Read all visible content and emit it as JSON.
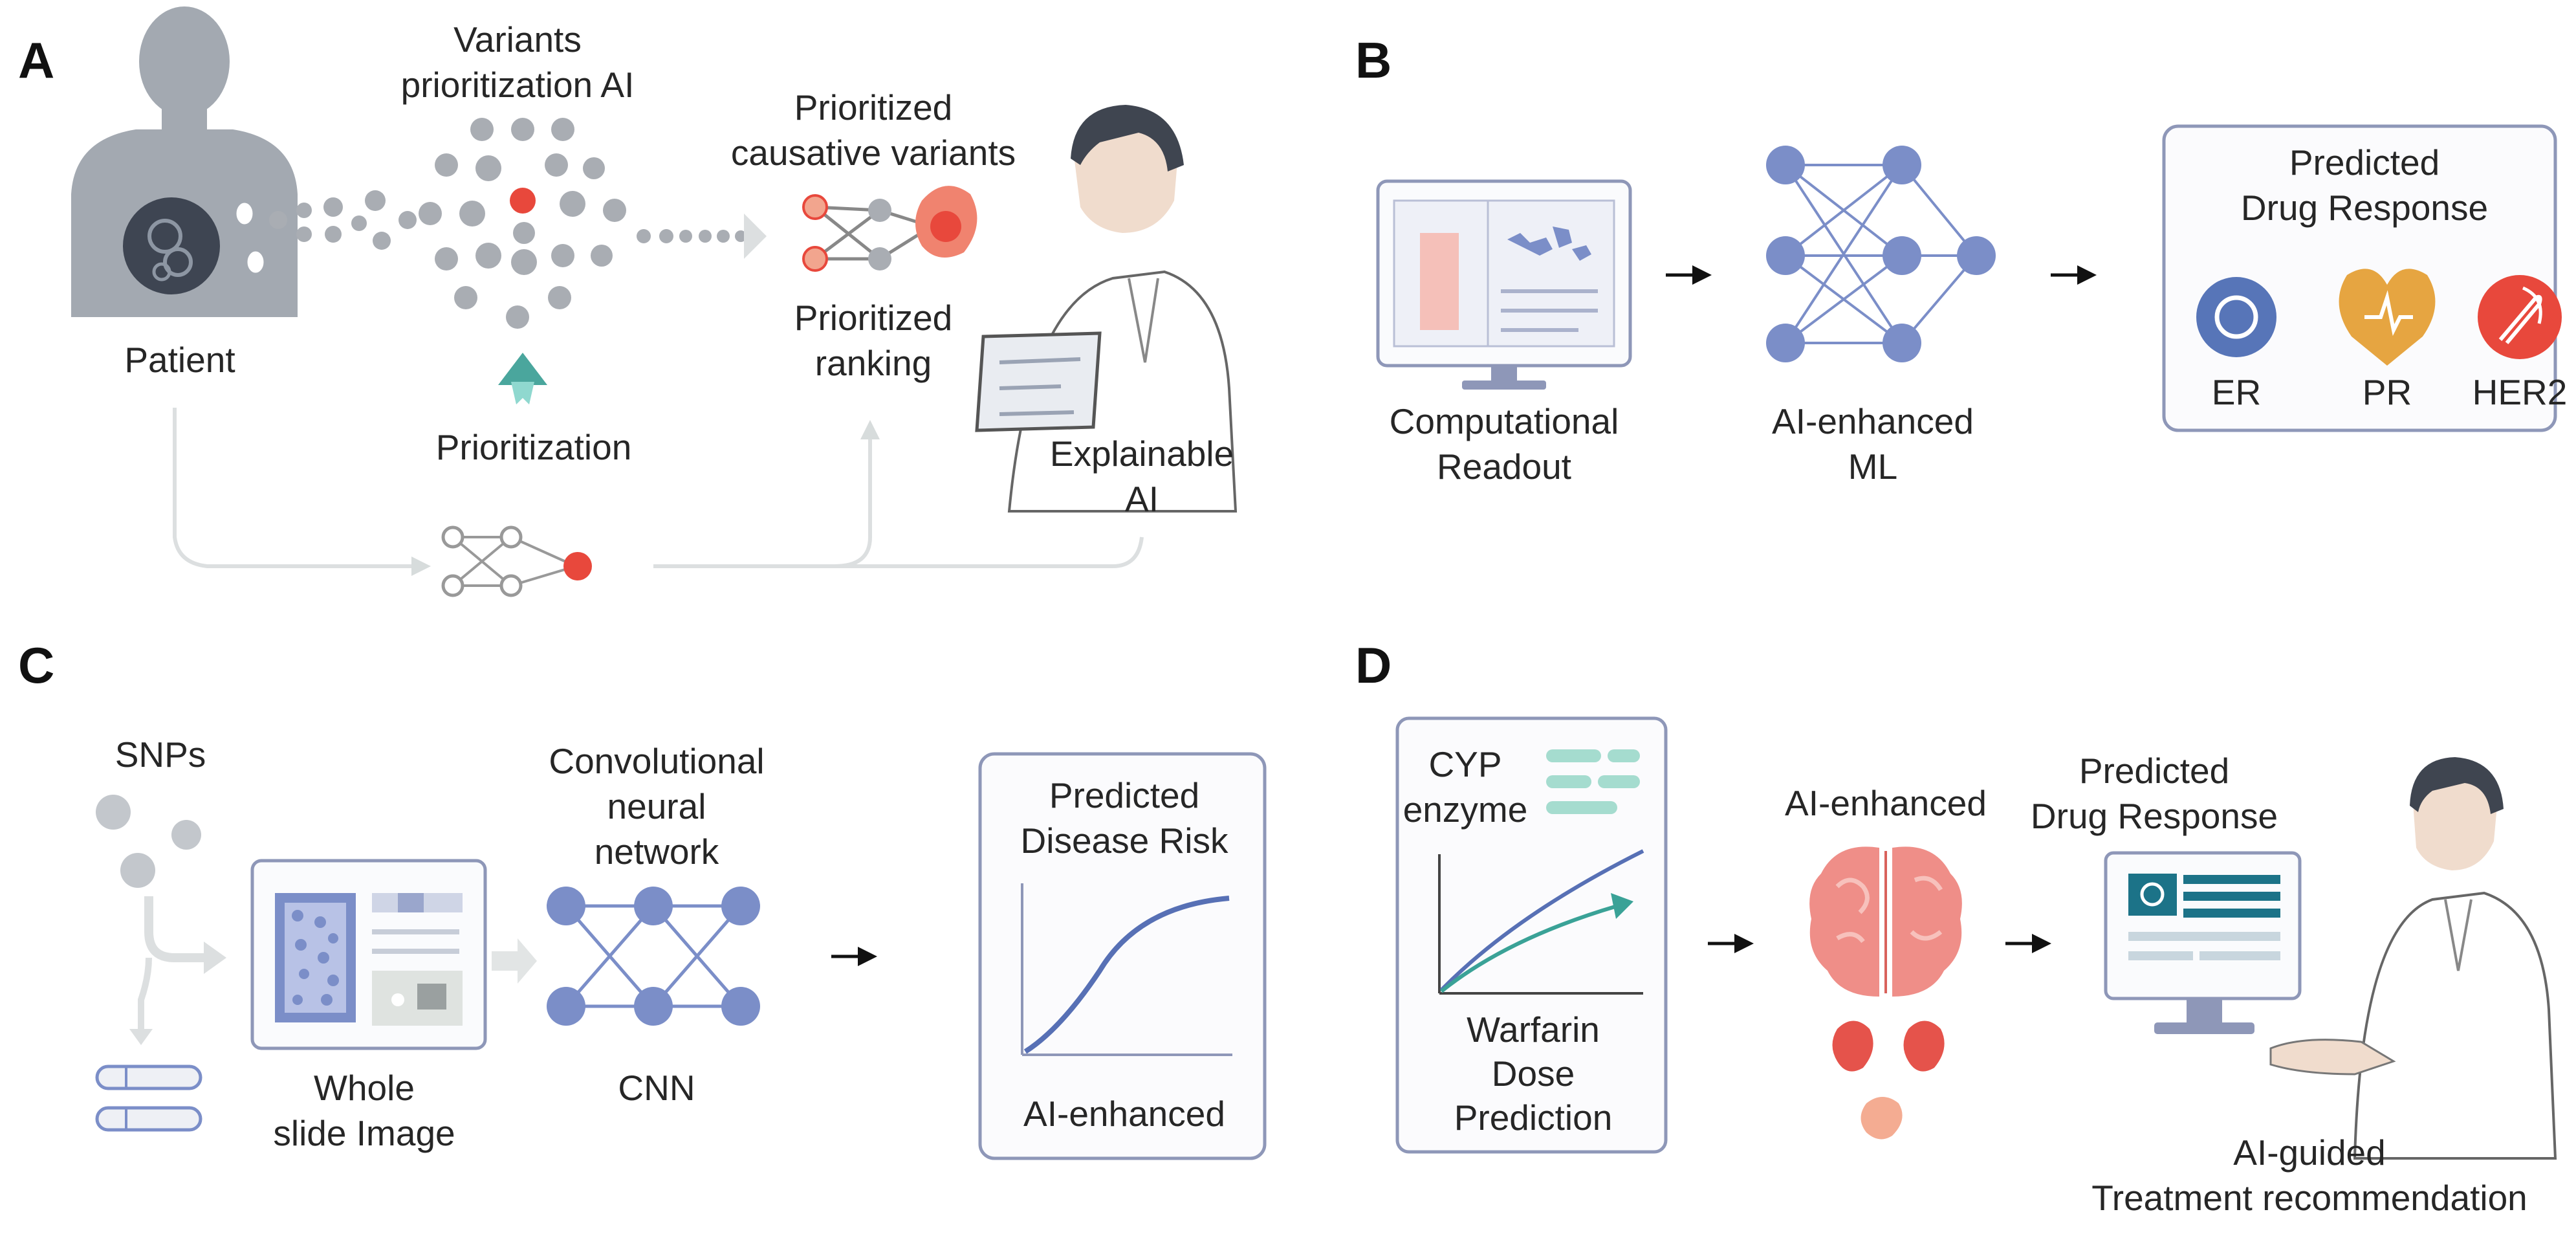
{
  "panel_labels": {
    "a": "A",
    "b": "B",
    "c": "C",
    "d": "D"
  },
  "panel_a": {
    "patient": "Patient",
    "variants_ai_line1": "Variants",
    "variants_ai_line2": "prioritization AI",
    "prioritization": "Prioritization",
    "causative_line1": "Prioritized",
    "causative_line2": "causative variants",
    "ranking_line1": "Prioritized",
    "ranking_line2": "ranking",
    "explainable_line1": "Explainable",
    "explainable_line2": "AI"
  },
  "panel_b": {
    "readout_line1": "Computational",
    "readout_line2": "Readout",
    "ml_line1": "AI-enhanced",
    "ml_line2": "ML",
    "response_line1": "Predicted",
    "response_line2": "Drug Response",
    "er": "ER",
    "pr": "PR",
    "her2": "HER2"
  },
  "panel_c": {
    "snps": "SNPs",
    "wsi_line1": "Whole",
    "wsi_line2": "slide Image",
    "cnn_title_line1": "Convolutional",
    "cnn_title_line2": "neural",
    "cnn_title_line3": "network",
    "cnn": "CNN",
    "risk_line1": "Predicted",
    "risk_line2": "Disease Risk",
    "ai_enhanced": "AI-enhanced"
  },
  "panel_d": {
    "cyp_line1": "CYP",
    "cyp_line2": "enzyme",
    "warfarin_line1": "Warfarin",
    "warfarin_line2": "Dose",
    "warfarin_line3": "Prediction",
    "ai_enhanced": "AI-enhanced",
    "response_line1": "Predicted",
    "response_line2": "Drug Response",
    "guided_line1": "AI-guided",
    "guided_line2": "Treatment recommendation"
  },
  "colors": {
    "node_blue": "#7b8ec8",
    "node_grey": "#a9adb3",
    "accent_red": "#e8483c",
    "teal": "#54b8a6",
    "box_stroke": "#8e97b8"
  }
}
